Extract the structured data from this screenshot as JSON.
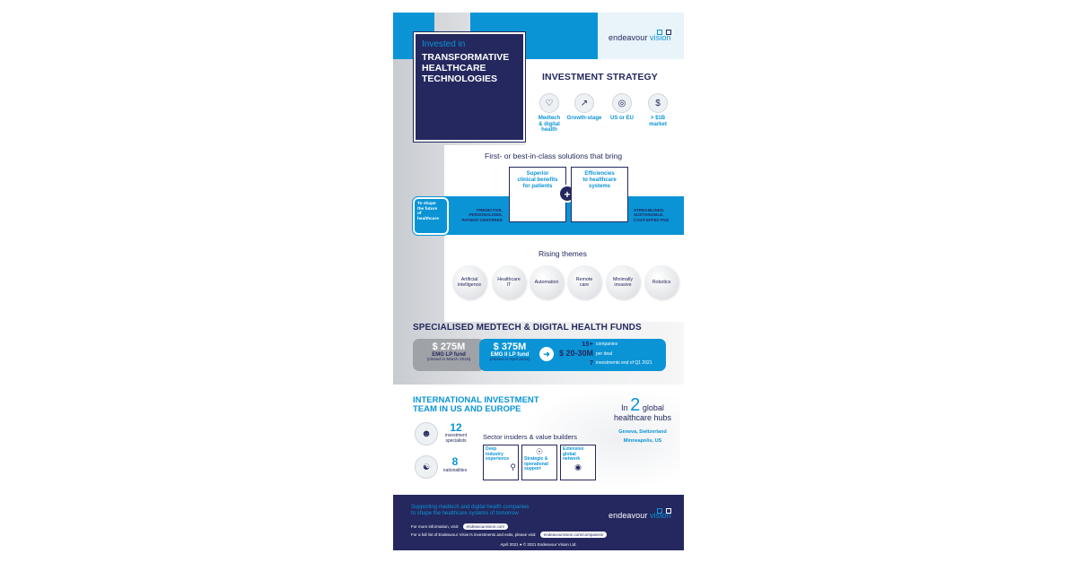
{
  "brand": {
    "name_a": "endeavour",
    "name_b": "vision",
    "colors": {
      "navy": "#24285e",
      "blue": "#0a94d6",
      "grey": "#9fa2a6"
    }
  },
  "hero": {
    "kicker": "Invested in",
    "title_line1": "TRANSFORMATIVE",
    "title_line2": "HEALTHCARE",
    "title_line3": "TECHNOLOGIES"
  },
  "strategy": {
    "heading": "INVESTMENT STRATEGY",
    "items": [
      {
        "icon": "phone-heart-icon",
        "label_l1": "Medtech",
        "label_l2": "& digital",
        "label_l3": "health"
      },
      {
        "icon": "growth-chart-icon",
        "label_l1": "Growth-stage",
        "label_l2": "",
        "label_l3": ""
      },
      {
        "icon": "globe-icon",
        "label_l1": "US or EU",
        "label_l2": "",
        "label_l3": ""
      },
      {
        "icon": "money-icon",
        "label_l1": "> $1B",
        "label_l2": "market",
        "label_l3": ""
      }
    ]
  },
  "solutions": {
    "heading": "First- or best-in-class solutions that bring",
    "box_left_l1": "Superior",
    "box_left_l2": "clinical benefits",
    "box_left_l3": "for patients",
    "box_right_l1": "Efficiencies",
    "box_right_l2": "to healthcare",
    "box_right_l3": "systems",
    "plus": "+",
    "shape_l1": "To shape",
    "shape_l2": "the future",
    "shape_l3": "of",
    "shape_l4": "healthcare",
    "left_tag_l1": "PREDICTIVE,",
    "left_tag_l2": "PERSONALISED,",
    "left_tag_l3": "PATIENT-CENTERED",
    "right_tag_l1": "STREAMLINED,",
    "right_tag_l2": "SUSTAINABLE,",
    "right_tag_l3": "COST-EFFECTIVE"
  },
  "themes": {
    "heading": "Rising themes",
    "items": [
      {
        "l1": "Artificial",
        "l2": "intelligence"
      },
      {
        "l1": "Healthcare",
        "l2": "IT"
      },
      {
        "l1": "Automation",
        "l2": ""
      },
      {
        "l1": "Remote",
        "l2": "care"
      },
      {
        "l1": "Minimally",
        "l2": "invasive"
      },
      {
        "l1": "Robotics",
        "l2": ""
      }
    ]
  },
  "funds": {
    "heading": "SPECIALISED MEDTECH & DIGITAL HEALTH FUNDS",
    "fund1_amount": "$ 275M",
    "fund1_name": "EMG LP fund",
    "fund1_note": "(closed in March 2016)",
    "fund2_amount": "$ 375M",
    "fund2_name": "EMG II LP fund",
    "fund2_note": "(closed in April 2021)",
    "stat1_value": "15+",
    "stat1_label": "companies",
    "stat2_value": "$ 20-30M",
    "stat2_label": "per deal",
    "stat3_value": "7",
    "stat3_label": "investments end of Q1 2021"
  },
  "team": {
    "heading_l1": "INTERNATIONAL INVESTMENT",
    "heading_l2": "TEAM IN US AND EUROPE",
    "stat1_value": "12",
    "stat1_l1": "investment",
    "stat1_l2": "specialists",
    "stat2_value": "8",
    "stat2_l1": "nationalities",
    "hubs_pre": "In",
    "hubs_num": "2",
    "hubs_l1": "global",
    "hubs_l2": "healthcare hubs",
    "hub1": "Geneva, Switzerland",
    "hub2": "Minneapolis, US",
    "insiders_heading": "Sector insiders & value builders",
    "insider1_l1": "Deep",
    "insider1_l2": "industry",
    "insider1_l3": "experience",
    "insider2_l1": "Strategic &",
    "insider2_l2": "operational",
    "insider2_l3": "support",
    "insider3_l1": "Extensive",
    "insider3_l2": "global",
    "insider3_l3": "network"
  },
  "footer": {
    "tagline_l1": "Supporting medtech and digital health companies",
    "tagline_l2": "to shape the healthcare systems of tomorrow",
    "info_label": "For more information, visit:",
    "info_link": "endeavourvision.com",
    "list_label": "For a full list of Endeavour Vision's investments and exits, please visit:",
    "list_link": "endeavourvision.com/companies/",
    "copyright": "April 2021  ●  © 2021 Endeavour Vision Ltd."
  }
}
